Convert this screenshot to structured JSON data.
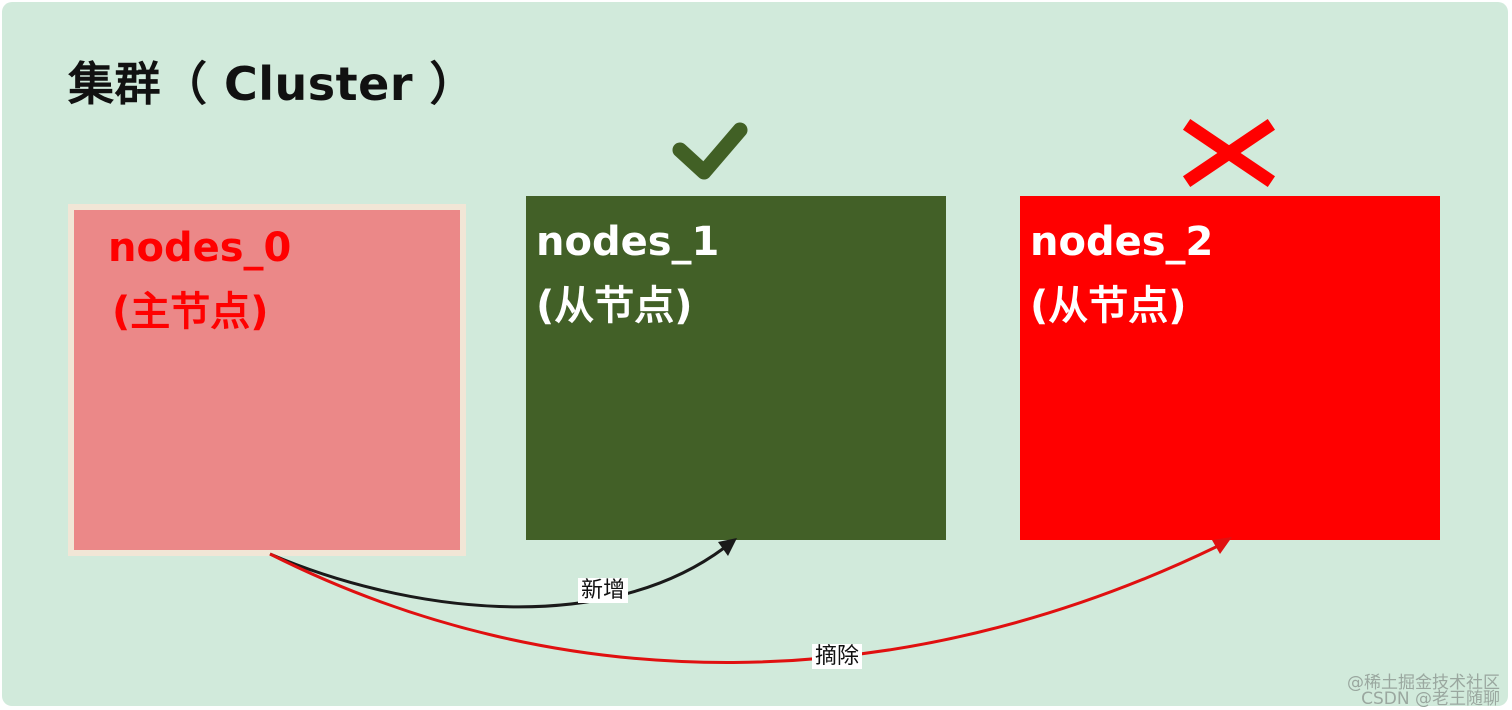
{
  "title": "集群（ Cluster ）",
  "nodes": [
    {
      "name": "nodes_0",
      "role": "(主节点)",
      "fill": "#eb8888",
      "text_color": "#ff0000"
    },
    {
      "name": "nodes_1",
      "role": "(从节点)",
      "fill": "#426027",
      "text_color": "#ffffff",
      "status_icon": "check-icon",
      "status_color": "#416025"
    },
    {
      "name": "nodes_2",
      "role": "(从节点)",
      "fill": "#ff0000",
      "text_color": "#ffffff",
      "status_icon": "cross-icon",
      "status_color": "#ff0000"
    }
  ],
  "edges": [
    {
      "from": "nodes_0",
      "to": "nodes_1",
      "label": "新增",
      "color": "#1a1a1a"
    },
    {
      "from": "nodes_0",
      "to": "nodes_2",
      "label": "摘除",
      "color": "#e01010"
    }
  ],
  "watermark": {
    "line1": "@稀土掘金技术社区",
    "line2": "CSDN @老王随聊"
  }
}
